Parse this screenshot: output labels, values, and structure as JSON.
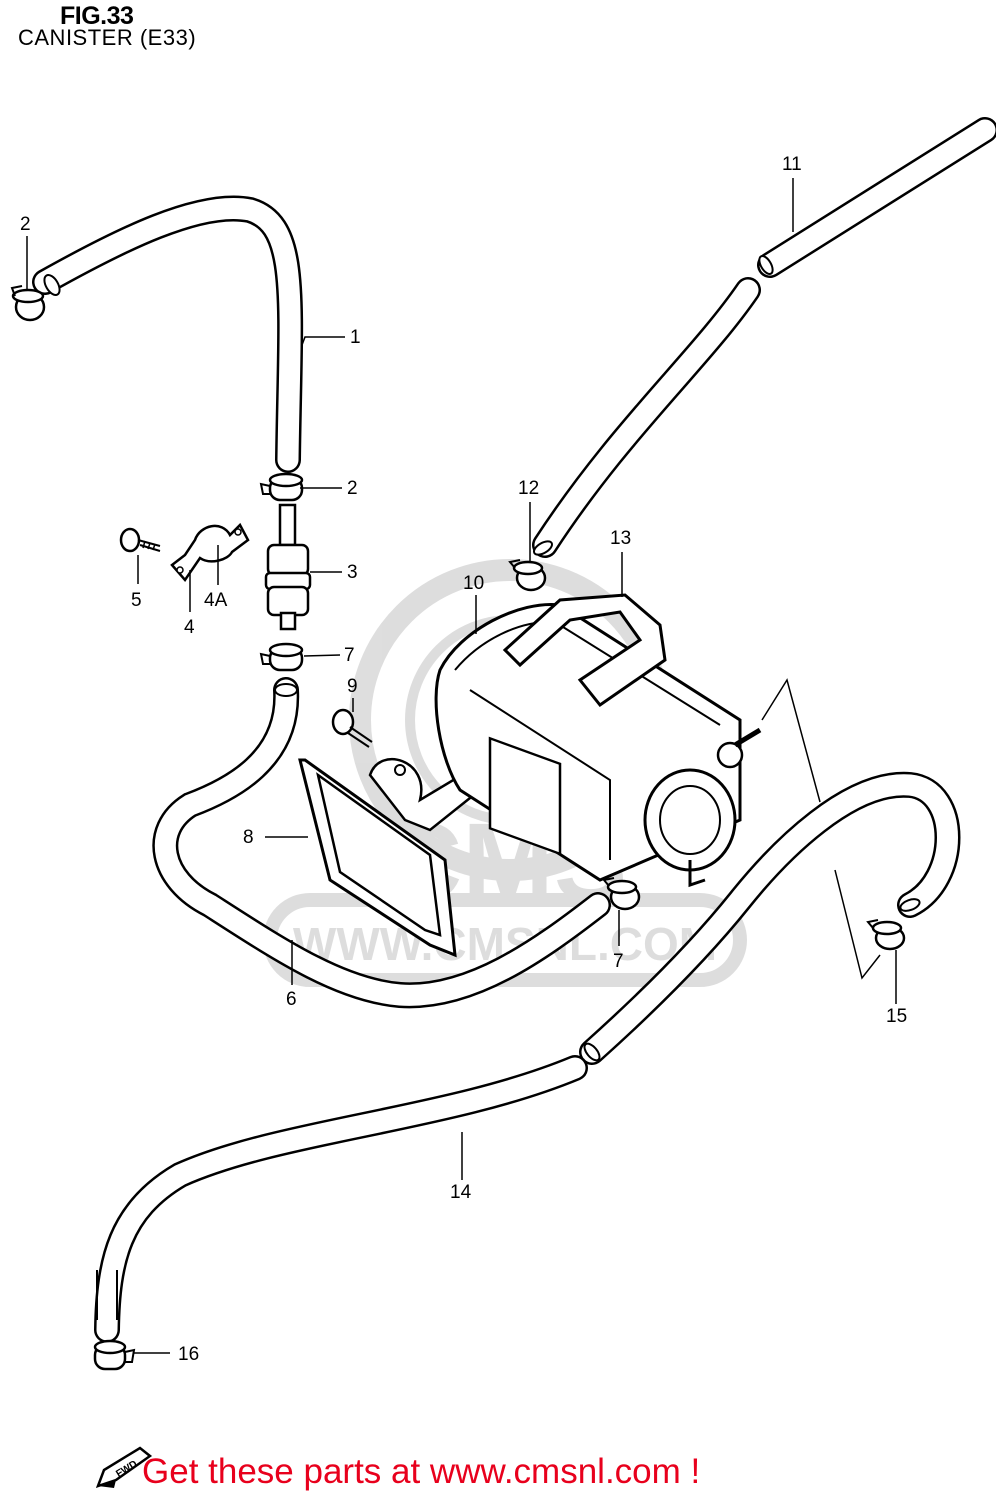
{
  "header": {
    "title": "FIG.33",
    "subtitle": "CANISTER (E33)"
  },
  "watermark": {
    "text": "CMS",
    "url_text": "WWW.CMSNL.COM"
  },
  "callouts": [
    {
      "id": "c2a",
      "label": "2"
    },
    {
      "id": "c1",
      "label": "1"
    },
    {
      "id": "c2b",
      "label": "2"
    },
    {
      "id": "c3",
      "label": "3"
    },
    {
      "id": "c5",
      "label": "5"
    },
    {
      "id": "c4",
      "label": "4"
    },
    {
      "id": "c4A",
      "label": "4A"
    },
    {
      "id": "c7a",
      "label": "7"
    },
    {
      "id": "c9",
      "label": "9"
    },
    {
      "id": "c8",
      "label": "8"
    },
    {
      "id": "c6",
      "label": "6"
    },
    {
      "id": "c11",
      "label": "11"
    },
    {
      "id": "c12",
      "label": "12"
    },
    {
      "id": "c13",
      "label": "13"
    },
    {
      "id": "c10",
      "label": "10"
    },
    {
      "id": "c7b",
      "label": "7"
    },
    {
      "id": "c15",
      "label": "15"
    },
    {
      "id": "c14",
      "label": "14"
    },
    {
      "id": "c16",
      "label": "16"
    }
  ],
  "fwd_badge": {
    "label": "FWD"
  },
  "footer": {
    "link_text": "Get these parts at www.cmsnl.com !",
    "color": "#e8001c"
  }
}
